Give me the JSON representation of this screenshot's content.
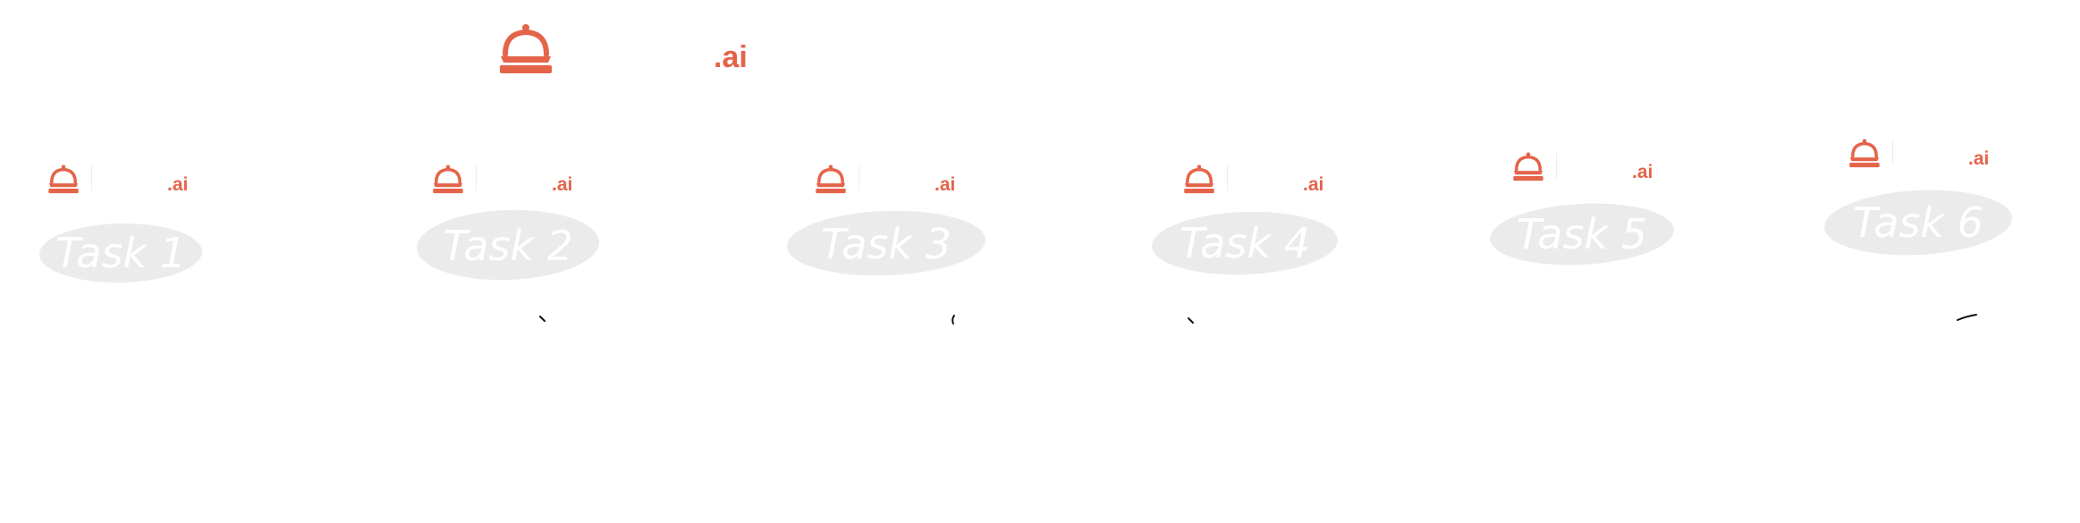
{
  "brand": {
    "suffix": ".ai",
    "color": "#e4644a"
  },
  "pill_color": "#ebebeb",
  "label_color": "#ffffff",
  "tasks": [
    {
      "label": "Task 1"
    },
    {
      "label": "Task 2"
    },
    {
      "label": "Task 3"
    },
    {
      "label": "Task 4"
    },
    {
      "label": "Task 5"
    },
    {
      "label": "Task 6"
    }
  ],
  "icons": {
    "logo": "food-cloche-icon"
  }
}
